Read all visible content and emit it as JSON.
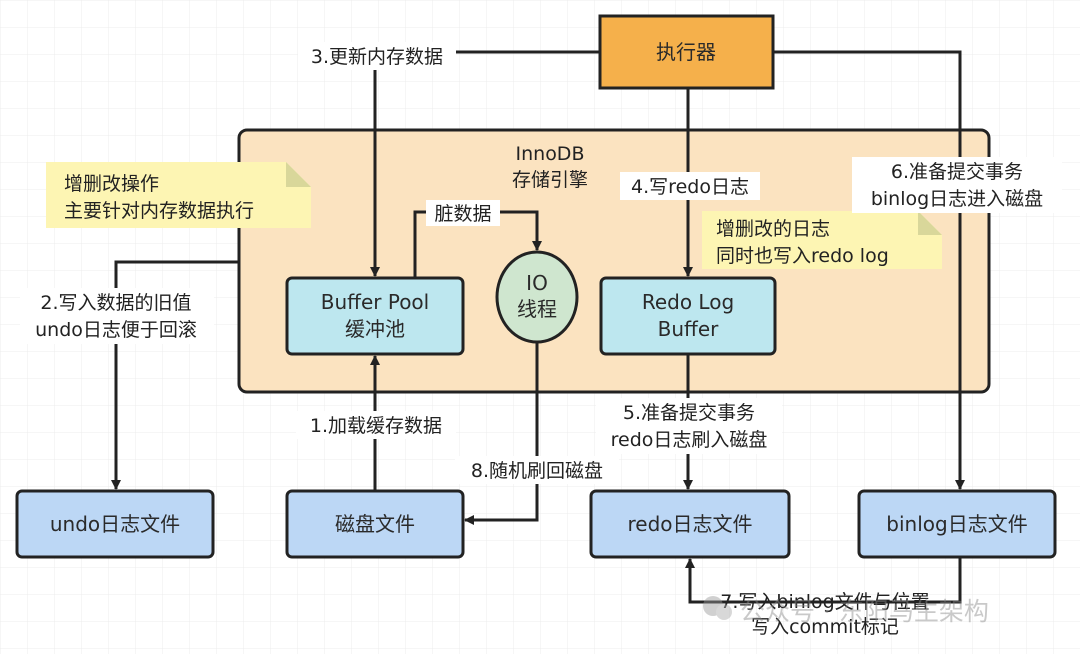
{
  "colors": {
    "executor": "#f5b04b",
    "engine": "#fbe3c0",
    "memory_box": "#bde7ef",
    "io_thread": "#cfe6cf",
    "file_box": "#bcd7f5",
    "note": "#fdf5b3",
    "line": "#222222"
  },
  "executor": {
    "label": "执行器"
  },
  "engine": {
    "line1": "InnoDB",
    "line2": "存储引擎"
  },
  "buffer_pool": {
    "line1": "Buffer Pool",
    "line2": "缓冲池"
  },
  "io_thread": {
    "line1": "IO",
    "line2": "线程"
  },
  "redo_log_buffer": {
    "line1": "Redo Log",
    "line2": "Buffer"
  },
  "files": {
    "undo": "undo日志文件",
    "disk": "磁盘文件",
    "redo": "redo日志文件",
    "binlog": "binlog日志文件"
  },
  "notes": {
    "crud": {
      "line1": "增删改操作",
      "line2": "主要针对内存数据执行"
    },
    "redo": {
      "line1": "增删改的日志",
      "line2": "同时也写入redo log"
    }
  },
  "steps": {
    "s1": "1.加载缓存数据",
    "s2a": "2.写入数据的旧值",
    "s2b": "undo日志便于回滚",
    "s3": "3.更新内存数据",
    "s4": "4.写redo日志",
    "s5a": "5.准备提交事务",
    "s5b": "redo日志刷入磁盘",
    "s6a": "6.准备提交事务",
    "s6b": "binlog日志进入磁盘",
    "s7a": "7.写入binlog文件与位置",
    "s7b": "写入commit标记",
    "s8": "8.随机刷回磁盘",
    "dirty": "脏数据"
  },
  "watermark": "公众号 · 东阳马生架构"
}
